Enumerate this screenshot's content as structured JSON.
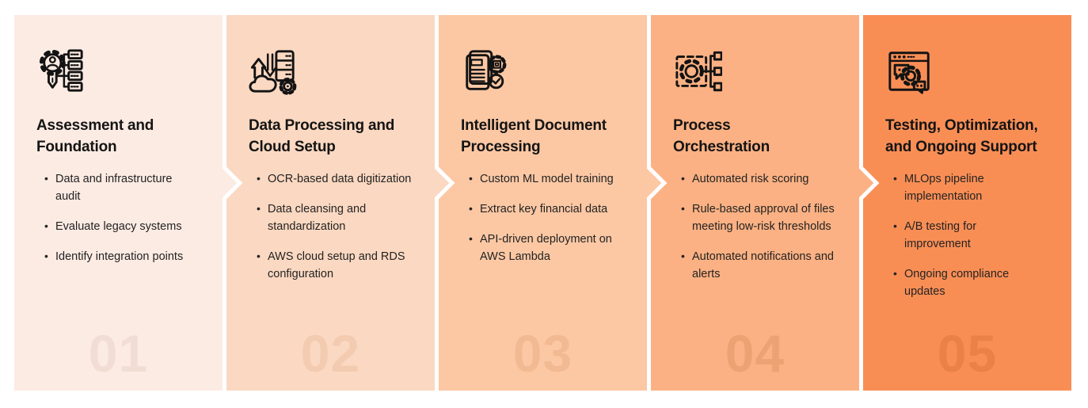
{
  "page": {
    "background_color": "#ffffff",
    "text_color": "#141414",
    "bullet_text_color": "#232323",
    "divider_color": "#ffffff"
  },
  "steps": [
    {
      "number": "01",
      "title": "Assessment and\nFoundation",
      "icon": "audit-gear-servers-icon",
      "bg_color": "#fcebe3",
      "number_color": "#f2ddd4",
      "bullets": [
        "Data and infrastructure\naudit",
        "Evaluate legacy systems",
        "Identify integration points"
      ]
    },
    {
      "number": "02",
      "title": "Data Processing and\nCloud Setup",
      "icon": "cloud-data-migration-icon",
      "bg_color": "#fbd8c1",
      "number_color": "#f2cbb1",
      "bullets": [
        "OCR-based data digitization",
        "Data cleansing and\nstandardization",
        "AWS cloud setup and RDS\nconfiguration"
      ]
    },
    {
      "number": "03",
      "title": "Intelligent Document\nProcessing",
      "icon": "intelligent-document-icon",
      "bg_color": "#fcc8a4",
      "number_color": "#f2ba92",
      "bullets": [
        "Custom ML model training",
        "Extract key financial data",
        "API-driven deployment on\nAWS Lambda"
      ]
    },
    {
      "number": "04",
      "title": "Process\nOrchestration",
      "icon": "process-orchestration-icon",
      "bg_color": "#fbb183",
      "number_color": "#eda273",
      "bullets": [
        "Automated risk scoring",
        "Rule-based approval of files\nmeeting low-risk thresholds",
        "Automated notifications and\nalerts"
      ]
    },
    {
      "number": "05",
      "title": "Testing, Optimization,\nand Ongoing Support",
      "icon": "support-window-icon",
      "bg_color": "#f98e55",
      "number_color": "#ea8147",
      "bullets": [
        "MLOps pipeline\nimplementation",
        "A/B testing for\nimprovement",
        "Ongoing compliance\nupdates"
      ]
    }
  ]
}
